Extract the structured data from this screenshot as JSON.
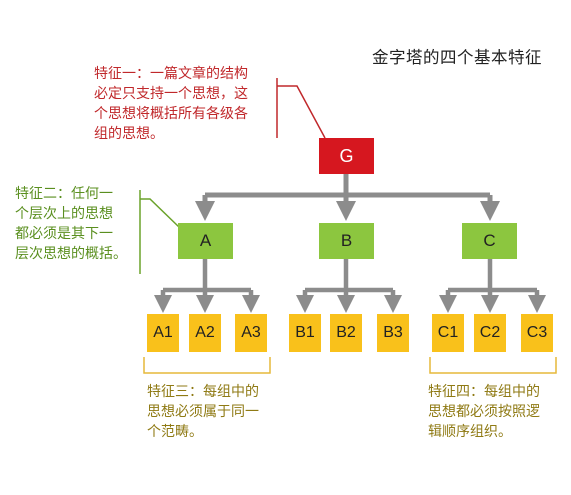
{
  "title": "金字塔的四个基本特征",
  "nodes": {
    "root": "G",
    "mid": [
      "A",
      "B",
      "C"
    ],
    "leaves": [
      "A1",
      "A2",
      "A3",
      "B1",
      "B2",
      "B3",
      "C1",
      "C2",
      "C3"
    ]
  },
  "notes": {
    "feature1": [
      "特征一：一篇文章的结构",
      "必定只支持一个思想，这",
      "个思想将概括所有各级各",
      "组的思想。"
    ],
    "feature2": [
      "特征二：任何一",
      "个层次上的思想",
      "都必须是其下一",
      "层次思想的概括。"
    ],
    "feature3": [
      "特征三：每组中的",
      "思想必须属于同一",
      "个范畴。"
    ],
    "feature4": [
      "特征四：每组中的",
      "思想都必须按照逻",
      "辑顺序组织。"
    ]
  },
  "colors": {
    "root": "#d6171f",
    "mid": "#8cc63f",
    "leaf": "#f9c11b",
    "connector": "#8c8c8c",
    "note_red": "#c0282b",
    "note_green": "#5a8f1f",
    "note_gold": "#8f7a14",
    "gold_bracket": "#e6b93a"
  }
}
